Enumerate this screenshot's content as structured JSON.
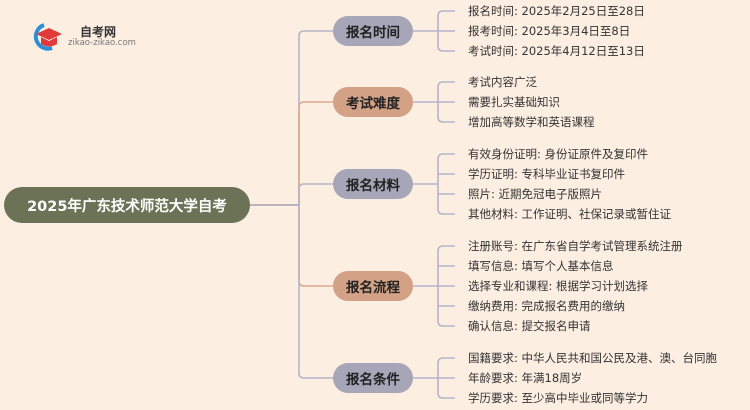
{
  "logo": {
    "title": "自考网",
    "url": "zikao-zikao.com"
  },
  "center": {
    "label": "2025年广东技术师范大学自考"
  },
  "colors": {
    "center": "#6b7256",
    "gray_node": "#a6a6b8",
    "orange_node": "#d3a186",
    "gray_line": "#b4b4ca",
    "orange_line": "#dcaa8c",
    "background": "#fdeee2"
  },
  "branches": [
    {
      "label": "报名时间",
      "tone": "gray",
      "items": [
        "报名时间: 2025年2月25日至28日",
        "报考时间: 2025年3月4日至8日",
        "考试时间: 2025年4月12日至13日"
      ]
    },
    {
      "label": "考试难度",
      "tone": "orange",
      "items": [
        "考试内容广泛",
        "需要扎实基础知识",
        "增加高等数学和英语课程"
      ]
    },
    {
      "label": "报名材料",
      "tone": "gray",
      "items": [
        "有效身份证明: 身份证原件及复印件",
        "学历证明: 专科毕业证书复印件",
        "照片: 近期免冠电子版照片",
        "其他材料: 工作证明、社保记录或暂住证"
      ]
    },
    {
      "label": "报名流程",
      "tone": "orange",
      "items": [
        "注册账号: 在广东省自学考试管理系统注册",
        "填写信息: 填写个人基本信息",
        "选择专业和课程: 根据学习计划选择",
        "缴纳费用: 完成报名费用的缴纳",
        "确认信息: 提交报名申请"
      ]
    },
    {
      "label": "报名条件",
      "tone": "gray",
      "items": [
        "国籍要求: 中华人民共和国公民及港、澳、台同胞",
        "年龄要求: 年满18周岁",
        "学历要求: 至少高中毕业或同等学力"
      ]
    }
  ]
}
